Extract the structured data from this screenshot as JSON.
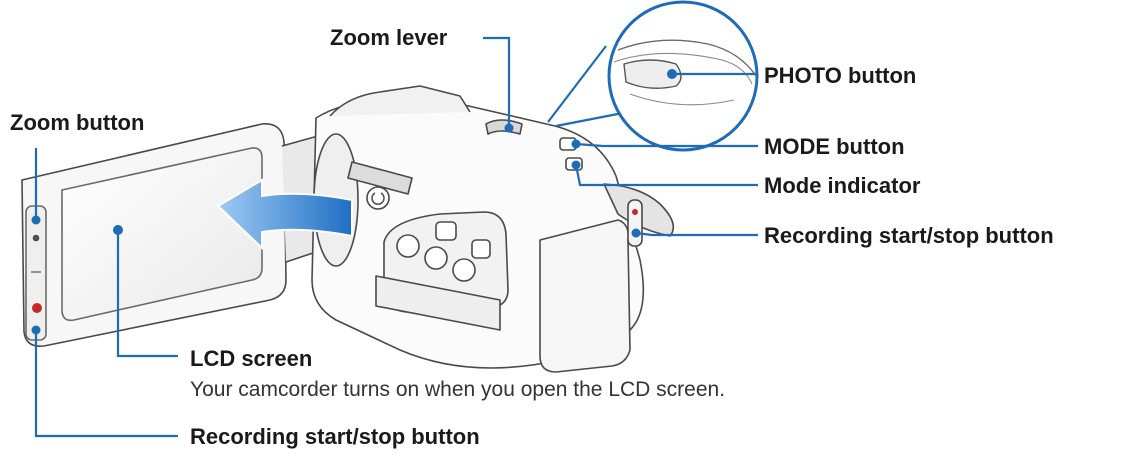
{
  "labels": {
    "zoom_lever": "Zoom lever",
    "photo_button": "PHOTO button",
    "zoom_button": "Zoom button",
    "mode_button": "MODE button",
    "mode_indicator": "Mode indicator",
    "recording_right": "Recording start/stop button",
    "lcd_screen": "LCD screen",
    "lcd_description": "Your camcorder turns on when you open the LCD screen.",
    "recording_bottom": "Recording start/stop button"
  },
  "colors": {
    "leader": "#1e6bb8",
    "text": "#1a1a1a",
    "body_outline": "#4a4a4a",
    "arrow": "#2f7fd0"
  },
  "icons": {
    "direction_arrow": "arrow-left-icon",
    "photo_button_zoom_circle": "magnifier-callout"
  }
}
